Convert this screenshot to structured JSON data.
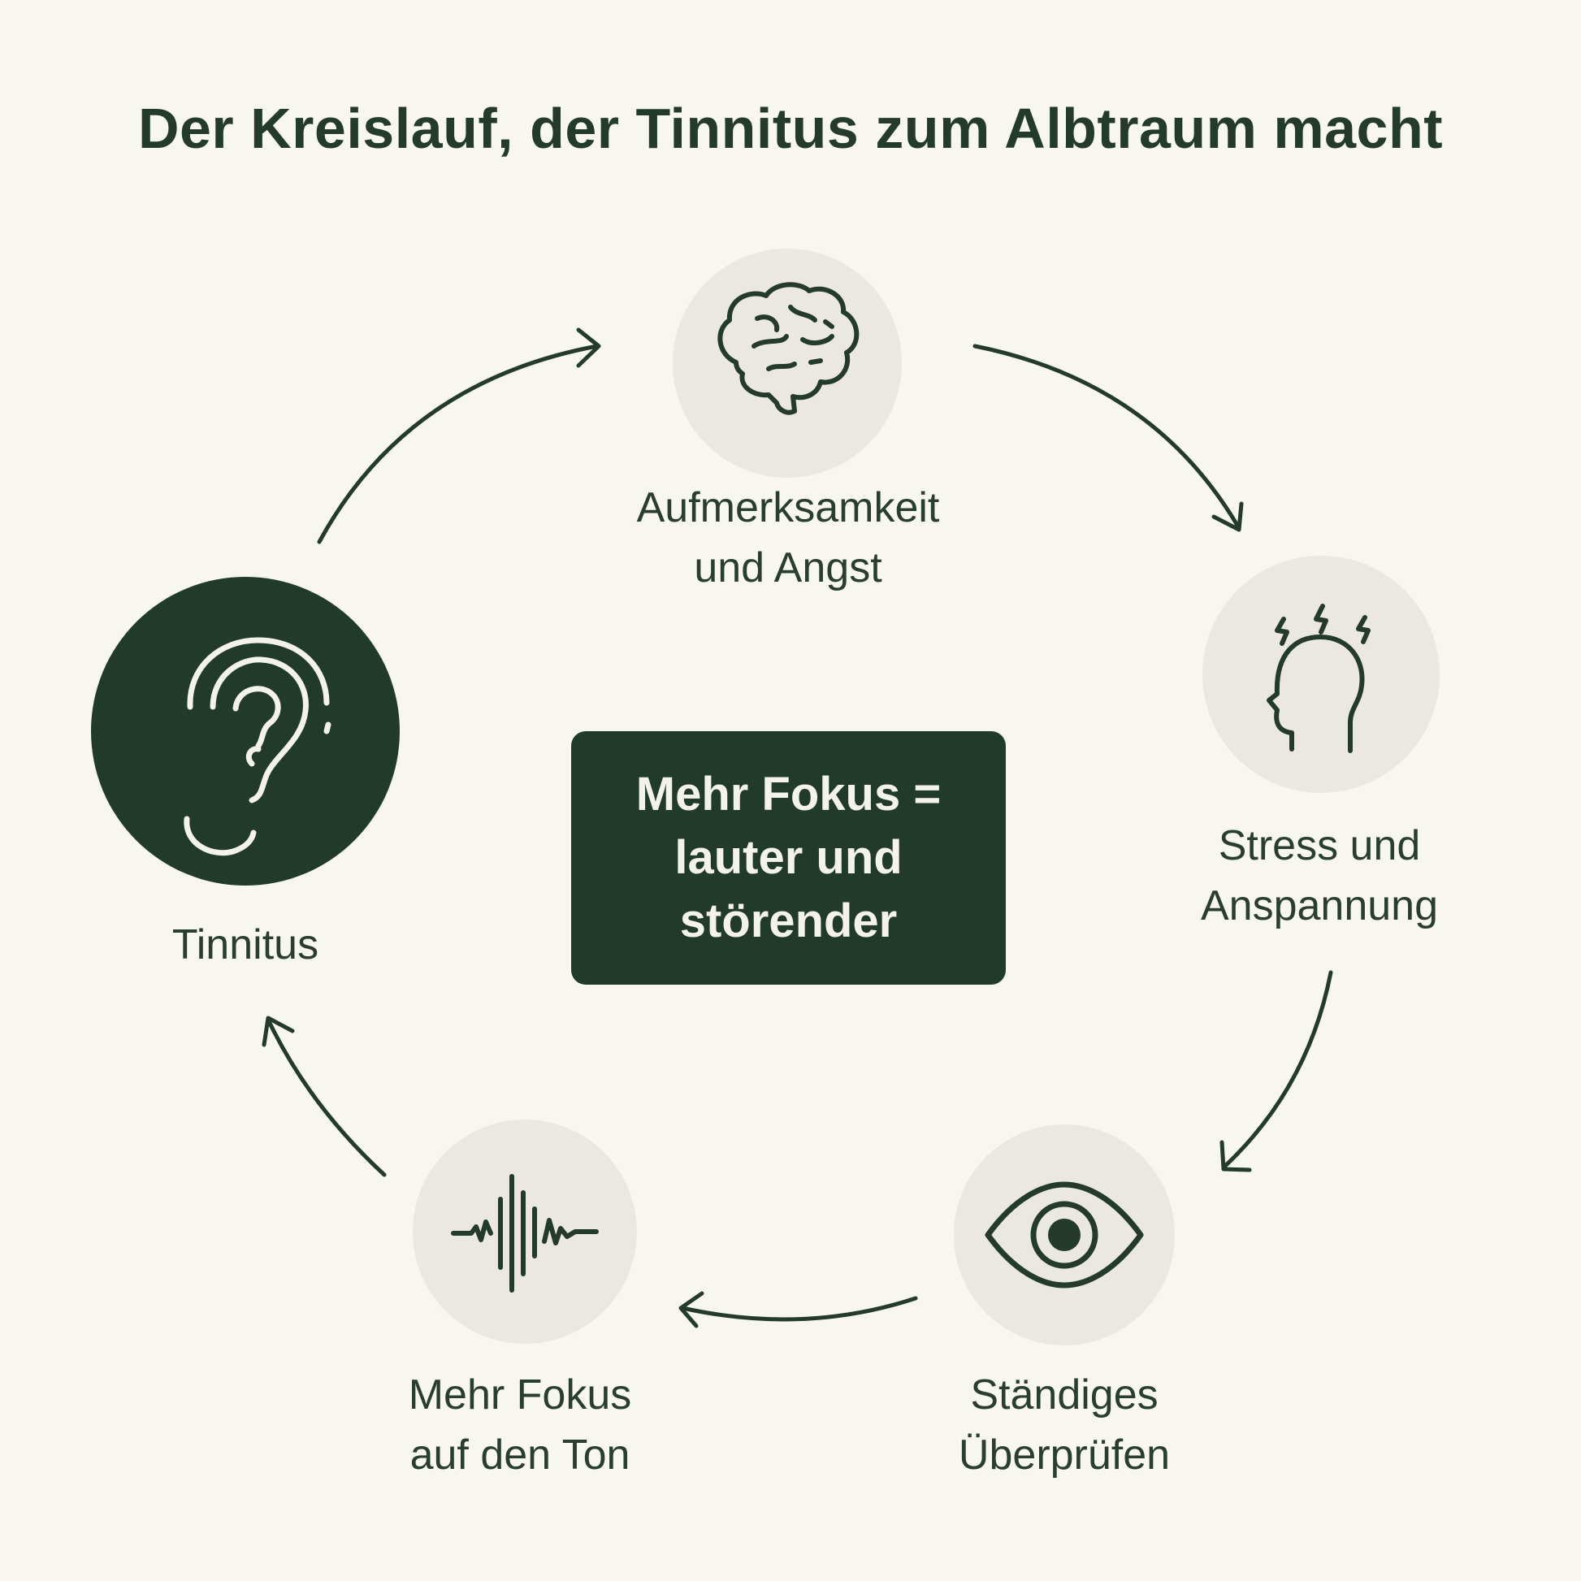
{
  "title": "Der Kreislauf, der Tinnitus zum Albtraum macht",
  "nodes": [
    {
      "label_lines": [
        "Tinnitus"
      ],
      "icon": "ear-icon"
    },
    {
      "label_lines": [
        "Aufmerksamkeit",
        "und Angst"
      ],
      "icon": "brain-icon"
    },
    {
      "label_lines": [
        "Stress und",
        "Anspannung"
      ],
      "icon": "stressed-head-icon"
    },
    {
      "label_lines": [
        "Ständiges",
        "Überprüfen"
      ],
      "icon": "eye-icon"
    },
    {
      "label_lines": [
        "Mehr Fokus",
        "auf den Ton"
      ],
      "icon": "soundwave-icon"
    }
  ],
  "center": {
    "lines": [
      "Mehr Fokus =",
      "lauter und",
      "störender"
    ]
  },
  "colors": {
    "background": "#f8f6f1",
    "dark_green": "#213a2a",
    "light_circle": "#ebe8e1",
    "text": "#223a2c"
  }
}
